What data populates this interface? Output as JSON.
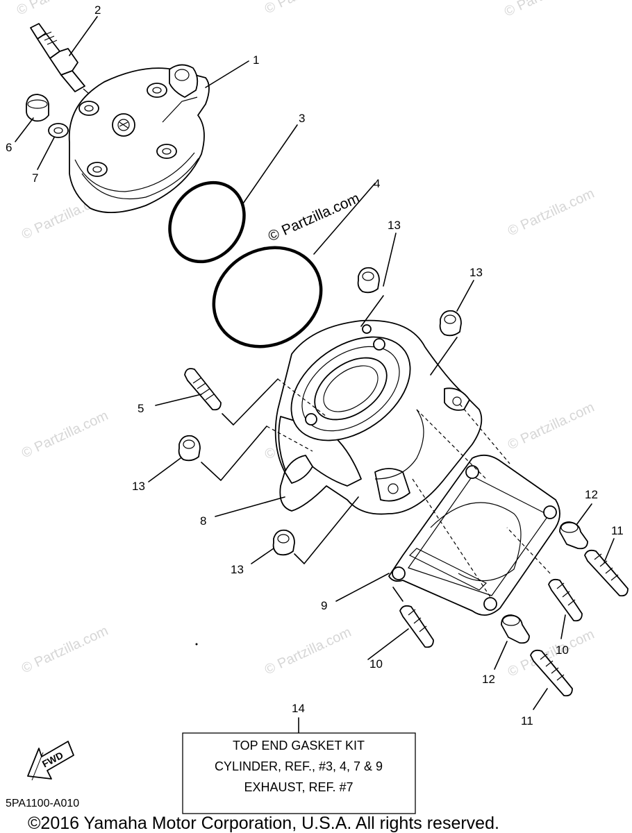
{
  "watermark": "© Partzilla.com",
  "callouts": {
    "c1": "1",
    "c2": "2",
    "c3": "3",
    "c4": "4",
    "c5": "5",
    "c6": "6",
    "c7": "7",
    "c8": "8",
    "c9": "9",
    "c10a": "10",
    "c10b": "10",
    "c11a": "11",
    "c11b": "11",
    "c12a": "12",
    "c12b": "12",
    "c13a": "13",
    "c13b": "13",
    "c13c": "13",
    "c13d": "13",
    "c14": "14"
  },
  "kit_box": {
    "line1": "TOP END GASKET KIT",
    "line2": "CYLINDER, REF., #3, 4, 7 & 9",
    "line3": "EXHAUST, REF. #7"
  },
  "fwd_label": "FWD",
  "diagram_code": "5PA1100-A010",
  "copyright": "©2016 Yamaha Motor Corporation, U.S.A. All rights reserved."
}
